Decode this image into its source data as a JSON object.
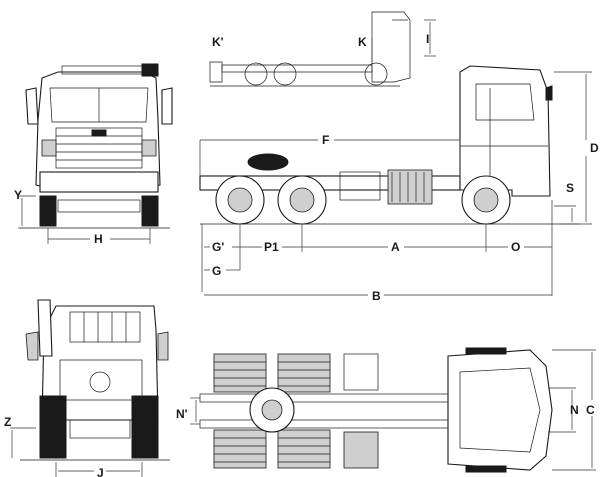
{
  "labels": {
    "K_prime": "K'",
    "K": "K",
    "I": "I",
    "F": "F",
    "D": "D",
    "S": "S",
    "Y": "Y",
    "H": "H",
    "G_prime": "G'",
    "P1": "P1",
    "A": "A",
    "O": "O",
    "G": "G",
    "B": "B",
    "Z": "Z",
    "J": "J",
    "N_prime": "N'",
    "N": "N",
    "C": "C"
  }
}
